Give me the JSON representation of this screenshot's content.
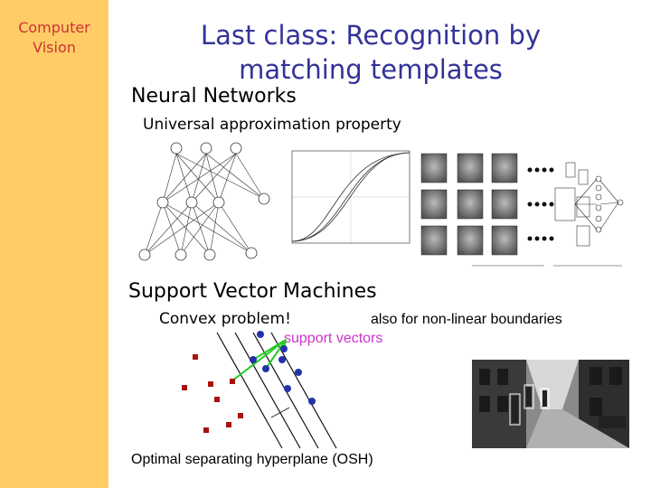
{
  "sidebar": {
    "title_line1": "Computer",
    "title_line2": "Vision"
  },
  "slide": {
    "title_line1": "Last class: Recognition by",
    "title_line2": "matching templates"
  },
  "sections": {
    "neural_networks": "Neural Networks",
    "universal_approx": "Universal approximation property",
    "svm": "Support Vector Machines",
    "convex": "Convex problem!",
    "nonlinear": "also for non-linear boundaries",
    "support_vectors": "support vectors",
    "osh": "Optimal separating hyperplane (OSH)"
  },
  "colors": {
    "sidebar_bg": "#ffcc66",
    "sidebar_text": "#cc3333",
    "title_text": "#333399",
    "support_vectors_text": "#cc33cc",
    "svm_arrows": "#22cc22",
    "class_a_points": "#2233aa",
    "class_b_points": "#aa1111"
  }
}
